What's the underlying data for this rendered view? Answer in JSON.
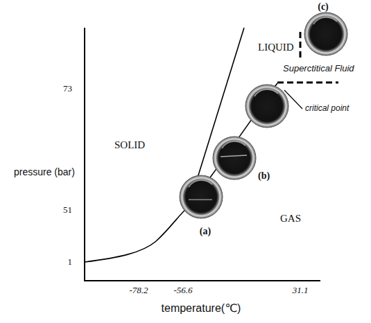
{
  "diagram": {
    "labels": [
      "(c)",
      "Superctitical Fluid",
      "LIQUID",
      "73",
      "critical point",
      "SOLID",
      "(b)",
      "pressure (bar)",
      "GAS",
      "51",
      "(a)",
      "1",
      "-78.2",
      "-56.6",
      "31.1",
      "temperature(℃)"
    ]
  }
}
